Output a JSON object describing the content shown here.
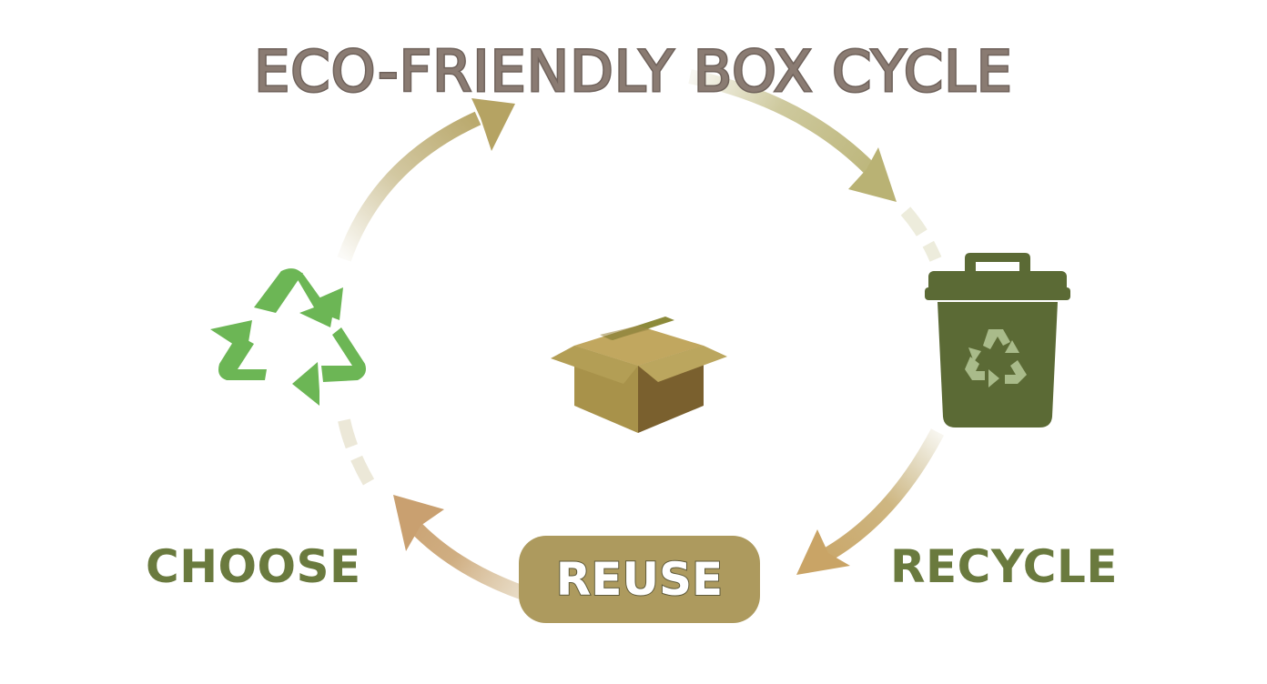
{
  "title": "ECO-FRIENDLY BOX CYCLE",
  "stages": {
    "choose": {
      "label": "CHOOSE",
      "icon": "recycle-arrows-icon"
    },
    "reuse": {
      "label": "REUSE",
      "icon": "cardboard-box-icon"
    },
    "recycle": {
      "label": "RECYCLE",
      "icon": "recycling-bin-icon"
    }
  },
  "colors": {
    "title": "#8a7b72",
    "label_green": "#6a7a3e",
    "recycle_icon_green": "#6cb655",
    "bin_green": "#5b6a35",
    "box_tan": "#a8924a",
    "pill": "#ad9a5e",
    "arrow_tan": "#b5a363",
    "arrow_olive": "#b9b274",
    "arrow_copper": "#c9a466"
  }
}
